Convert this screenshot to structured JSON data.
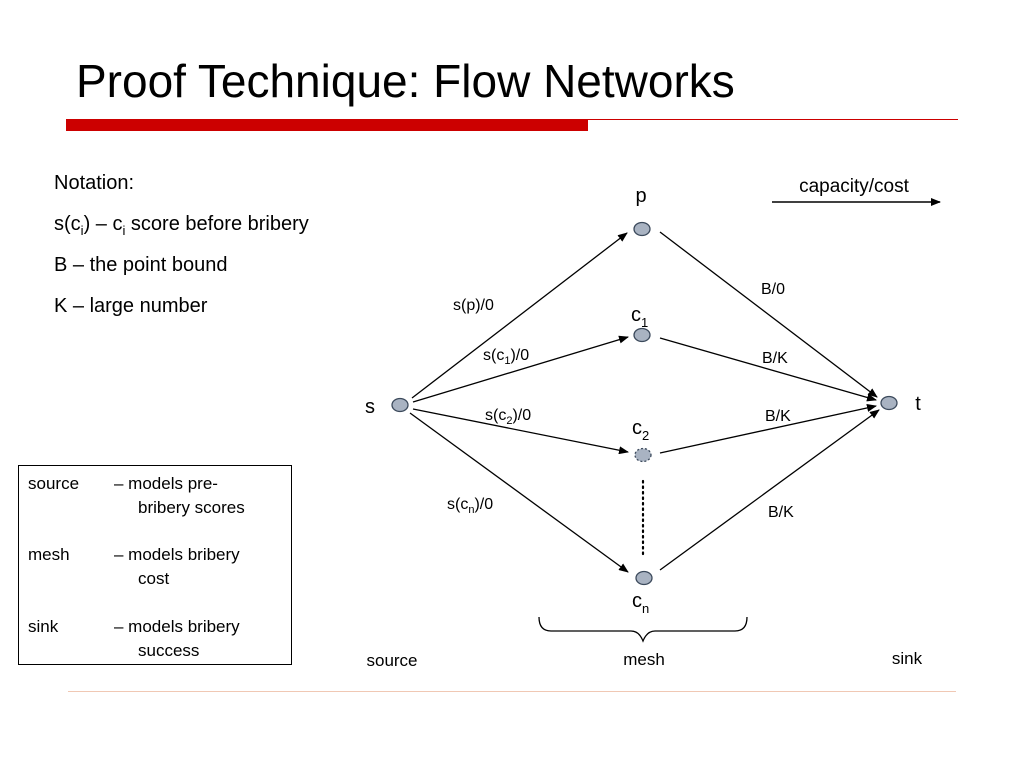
{
  "title": "Proof Technique: Flow Networks",
  "notation": {
    "heading": "Notation:",
    "score_pre": "s(c",
    "score_sub": "i",
    "score_mid": ") – c",
    "score_sub2": "i",
    "score_post": " score before bribery",
    "bound": "B – the point bound",
    "large": "K – large number"
  },
  "legend": {
    "source_term": "source",
    "source_desc_1": "– models    pre-",
    "source_desc_2": "bribery scores",
    "mesh_term": "mesh",
    "mesh_desc_1": "– models bribery",
    "mesh_desc_2": "cost",
    "sink_term": "sink",
    "sink_desc_1": "– models bribery",
    "sink_desc_2": "success"
  },
  "key": {
    "label": "capacity/cost"
  },
  "nodes": {
    "s": "s",
    "t": "t",
    "p": "p",
    "c": "c",
    "sub1": "1",
    "sub2": "2",
    "subn": "n"
  },
  "edges": {
    "sp": "s(p)/0",
    "s_pre": "s(c",
    "s_post": ")/0",
    "pt": "B/0",
    "ct": "B/K"
  },
  "regions": {
    "source": "source",
    "mesh": "mesh",
    "sink": "sink"
  },
  "colors": {
    "accent_red": "#cc0000",
    "node_fill": "#a9b3c2",
    "node_stroke": "#3c4a5c"
  }
}
